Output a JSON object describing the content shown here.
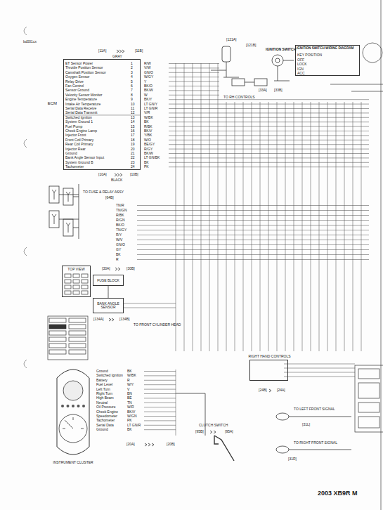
{
  "diagram": {
    "nodes": [
      {
        "text": [
          "ECM"
        ]
      },
      {
        "text": [
          "FUSE BLOCK"
        ]
      },
      {
        "text": [
          "BANK ANGLE SENSOR"
        ]
      },
      {
        "text": [
          "TOP VIEW"
        ]
      },
      {
        "text": [
          "INSTRUMENT CLUSTER"
        ]
      },
      {
        "text": [
          "IGNITION SWITCH WIRING DIAGRAM"
        ]
      },
      {
        "text": [
          "RIGHT HAND CONTROLS"
        ]
      }
    ],
    "edges": [
      {
        "from": 1,
        "to": 2,
        "arrow": "none"
      }
    ],
    "labels": [
      "bd001cx",
      "[11A]",
      "[11B]",
      "GRAY",
      "[10A]",
      "[10B]",
      "BLACK",
      "TO FUSE & RELAY ASSY",
      "[64B]",
      "[30A]",
      "[30B]",
      "[134A]",
      "[134B]",
      "TO FRONT CYLINDER HEAD",
      "IGNITION SWITCH",
      "TO RH CONTROLS",
      "[33A]",
      "[33B]",
      "[121A]",
      "[121B]",
      "KEY POSITION",
      "OFF",
      "LOCK",
      "IGN",
      "ACC",
      "[24B]",
      "[24A]",
      "TO LEFT FRONT SIGNAL",
      "[31L]",
      "TO RIGHT FRONT SIGNAL",
      "[31R]",
      "CLUTCH SWITCH",
      "[95B]",
      "[95A]",
      "[20A]",
      "[20B]",
      "2003 XB9R M",
      "ET Sensor Power",
      "Throttle Position Sensor",
      "Camshaft Position Sensor",
      "Oxygen Sensor",
      "Relay Drive",
      "Fan Control",
      "Sensor Ground",
      "Velocity Sensor Monitor",
      "Engine Temperature",
      "Intake Air Temperature",
      "Serial Data Receive",
      "Serial Data Transmit",
      "Switched Ignition",
      "System Ground 1",
      "Fuel Pump",
      "Check Engine Lamp",
      "Injector Front",
      "Front Coil Primary",
      "Rear Coil Primary",
      "Injector Rear",
      "Ground",
      "Bank Angle Sensor Input",
      "System Ground B",
      "Tachometer",
      "1",
      "2",
      "3",
      "4",
      "5",
      "6",
      "7",
      "8",
      "9",
      "10",
      "11",
      "12",
      "13",
      "14",
      "15",
      "16",
      "17",
      "18",
      "19",
      "20",
      "21",
      "22",
      "23",
      "24",
      "R/W",
      "V/W",
      "GN/O",
      "W/GY",
      "Y",
      "BK/O",
      "BK/W",
      "W",
      "BK/Y",
      "LT GN/Y",
      "LT GN/R",
      "V/R",
      "W/BK",
      "BK",
      "R/BK",
      "BK/V",
      "Y/BK",
      "W/O",
      "BE/GY",
      "R/GY",
      "BK/W",
      "LT GN/BK",
      "BK",
      "PK",
      "TN/R",
      "TN/GN",
      "R/BK",
      "R/GN",
      "BK/O",
      "TN/GY",
      "R/Y",
      "W/V",
      "GN/O",
      "GY",
      "BK",
      "R",
      "Ground",
      "Switched Ignition",
      "Battery",
      "Fuel Level",
      "Left Turn",
      "Right Turn",
      "High Beam",
      "Neutral",
      "Oil Pressure",
      "Check Engine",
      "Speedometer",
      "Tachometer",
      "Serial Data",
      "Ground",
      "BK",
      "W/BK",
      "R",
      "W/Y",
      "V",
      "BN",
      "BE",
      "TN",
      "W/R",
      "BK/V",
      "W/GN",
      "PK",
      "LT GN/R",
      "BK"
    ]
  }
}
